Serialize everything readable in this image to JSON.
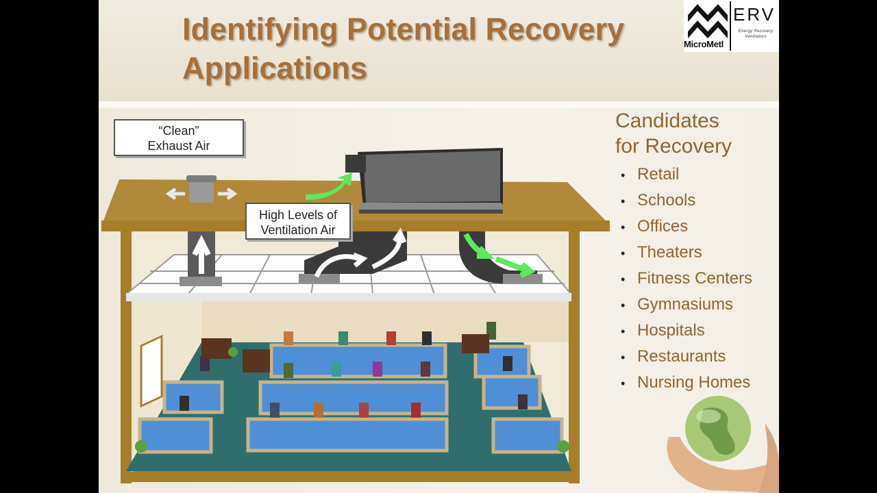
{
  "slide": {
    "title": "Identifying Potential Recovery Applications",
    "logo": {
      "brand": "MicroMetl",
      "product": "ERV",
      "product_subtitle": "Energy Recovery Ventilators"
    }
  },
  "illustration": {
    "callouts": {
      "exhaust_line1": "“Clean”",
      "exhaust_line2": "Exhaust Air",
      "ventilation_line1": "High Levels of",
      "ventilation_line2": "Ventilation Air"
    }
  },
  "candidates": {
    "heading_line1": "Candidates",
    "heading_line2": "for Recovery",
    "bullet": "•",
    "items": [
      "Retail",
      "Schools",
      "Offices",
      "Theaters",
      "Fitness Centers",
      "Gymnasiums",
      "Hospitals",
      "Restaurants",
      "Nursing Homes"
    ]
  },
  "colors": {
    "title": "#a4703c",
    "list_text": "#8f6530",
    "building_frame": "#a57e2a",
    "floor": "#2f6e6c",
    "green_arrow": "#5ee85e"
  }
}
